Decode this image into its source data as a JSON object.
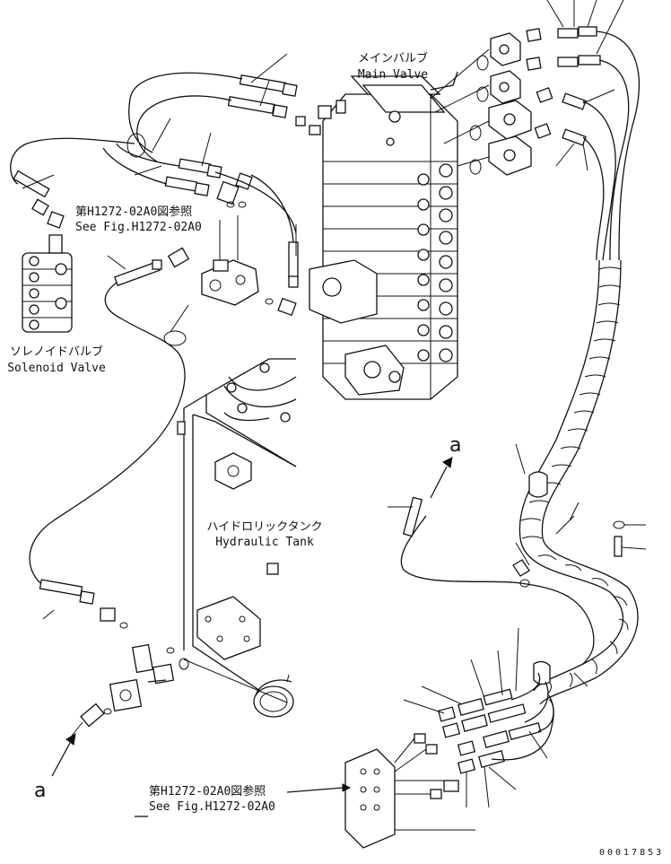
{
  "labels": {
    "main_valve_jp": "メインバルブ",
    "main_valve_en": "Main Valve",
    "solenoid_valve_jp": "ソレノイドバルブ",
    "solenoid_valve_en": "Solenoid Valve",
    "hydraulic_tank_jp": "ハイドロリックタンク",
    "hydraulic_tank_en": "Hydraulic Tank",
    "see_fig_top_jp": "第H1272-02A0図参照",
    "see_fig_top_en": "See Fig.H1272-02A0",
    "see_fig_bottom_jp": "第H1272-02A0図参照",
    "see_fig_bottom_en": "See Fig.H1272-02A0",
    "ref_a_upper": "a",
    "ref_a_lower": "a",
    "doc_number": "00017853"
  },
  "colors": {
    "ink": "#111111",
    "paper": "#ffffff"
  }
}
